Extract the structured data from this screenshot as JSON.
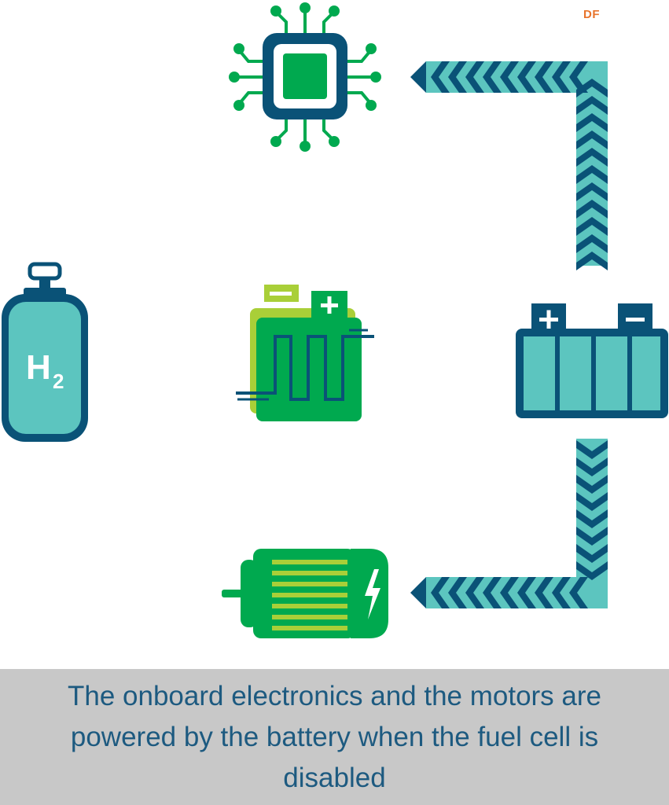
{
  "logo": {
    "text": "DF"
  },
  "caption": {
    "text": "The onboard electronics and the motors are powered by the battery when the fuel cell is disabled"
  },
  "tank": {
    "label_main": "H",
    "label_sub": "2"
  },
  "battery": {
    "plus_symbol": "+",
    "minus_symbol": "−"
  },
  "colors": {
    "navy": "#0a5277",
    "teal": "#5cc5bf",
    "green": "#00a94f",
    "light_green": "#a9cf38",
    "orange_logo": "#e8742c",
    "caption_bg": "#c8c8c8",
    "caption_text": "#1d5a80"
  },
  "icons": [
    "microchip-icon",
    "hydrogen-tank-icon",
    "fuel-cell-icon",
    "battery-icon",
    "electric-motor-icon",
    "energy-flow-arrow"
  ]
}
